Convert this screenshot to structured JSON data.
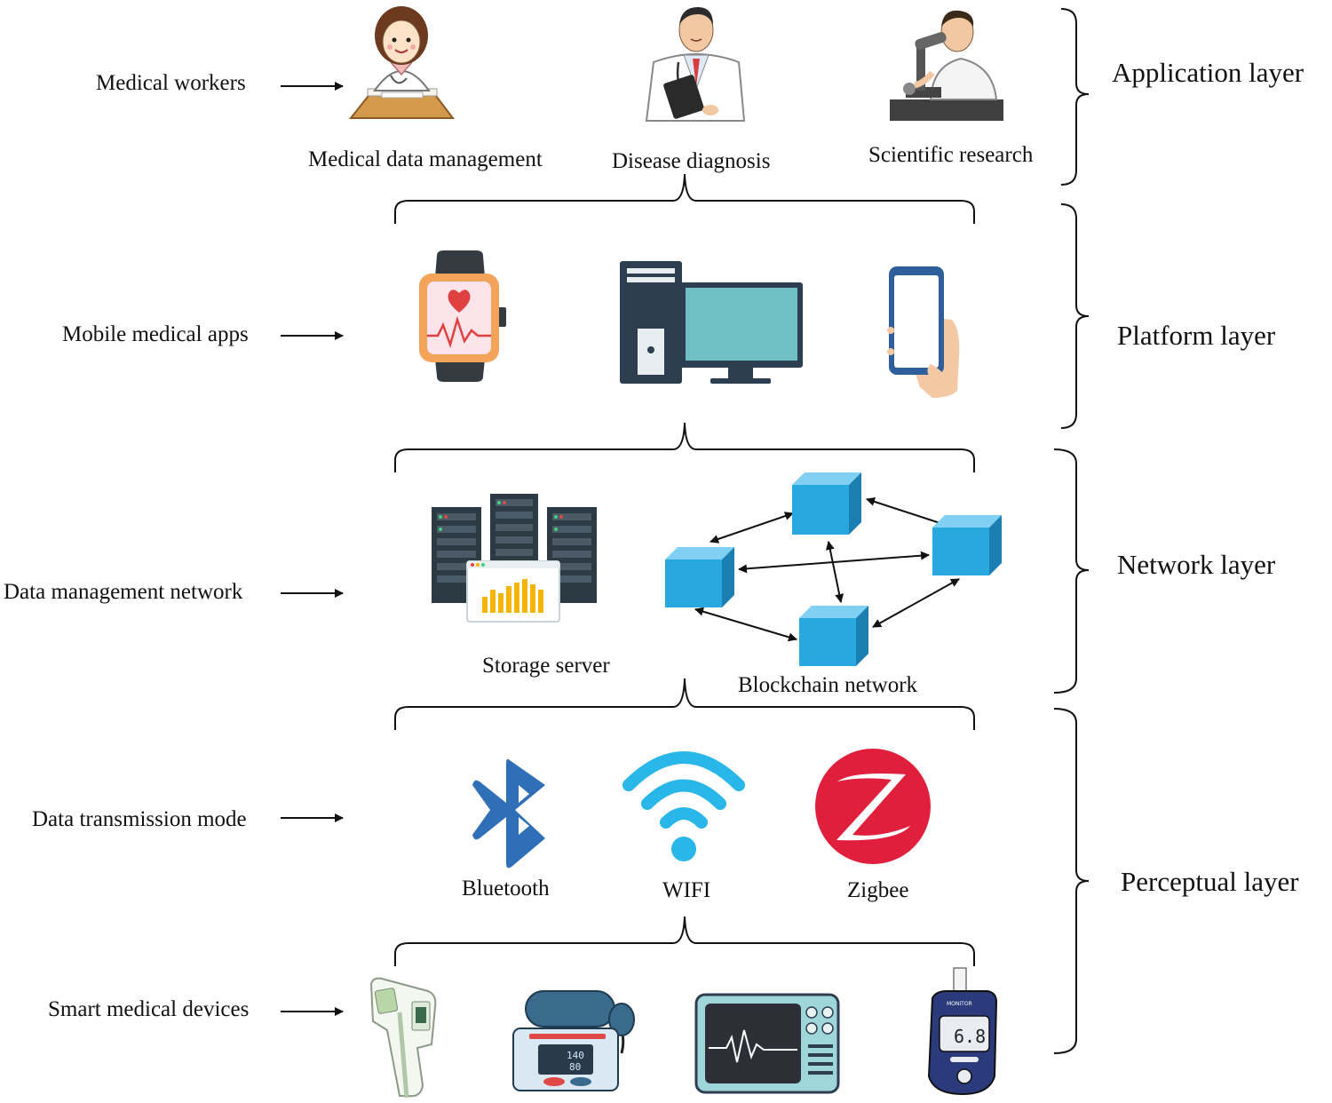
{
  "layers": {
    "application": "Application layer",
    "platform": "Platform layer",
    "network": "Network layer",
    "perceptual": "Perceptual layer"
  },
  "left_labels": {
    "medical_workers": "Medical workers",
    "mobile_apps": "Mobile medical apps",
    "data_network": "Data management network",
    "transmission": "Data transmission mode",
    "devices": "Smart medical devices"
  },
  "items": {
    "medical_data_management": "Medical data management",
    "disease_diagnosis": "Disease diagnosis",
    "scientific_research": "Scientific research",
    "storage_server": "Storage server",
    "blockchain_network": "Blockchain network",
    "bluetooth": "Bluetooth",
    "wifi": "WIFI",
    "zigbee": "Zigbee"
  },
  "device_readouts": {
    "bp_systolic": "140",
    "bp_diastolic": "80",
    "glucose": "6.8",
    "glucose_brand": "MONITOR"
  },
  "colors": {
    "cube_front": "#29a8e0",
    "cube_top": "#7fd0f2",
    "cube_side": "#1b7fb4",
    "bluetooth": "#2f6fb8",
    "wifi": "#29b6e8",
    "zigbee": "#e01f3d",
    "monitor_screen": "#6fbfc4",
    "watch_frame": "#f4a35b"
  }
}
